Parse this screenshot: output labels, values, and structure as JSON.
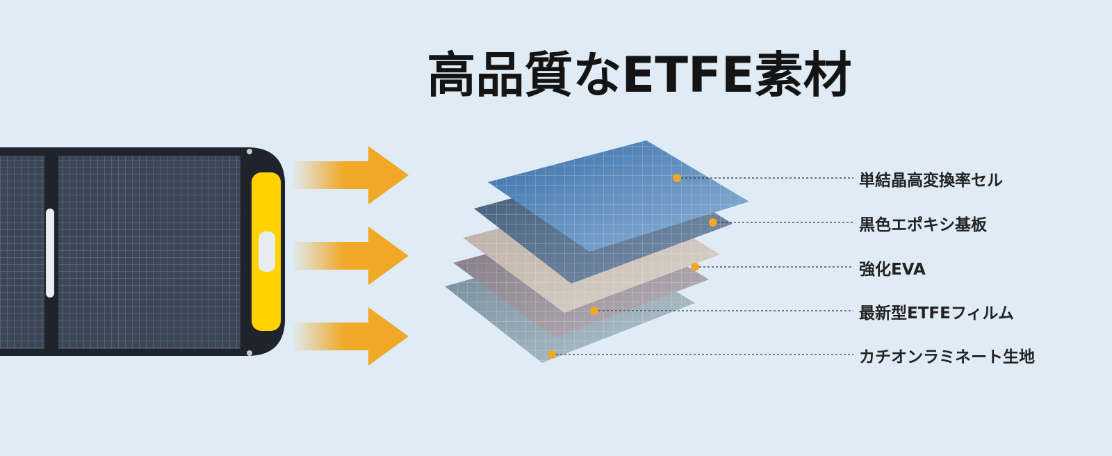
{
  "title": "高品質なETFE素材",
  "layers": [
    {
      "label": "単結晶高変換率セル"
    },
    {
      "label": "黒色エポキシ基板"
    },
    {
      "label": "強化EVA"
    },
    {
      "label": "最新型ETFEフィルム"
    },
    {
      "label": "カチオンラミネート生地"
    }
  ],
  "colors": {
    "background": "#dfebf5",
    "arrow": "#f0a826",
    "handle": "#ffd200",
    "dot": "#f0a826"
  }
}
